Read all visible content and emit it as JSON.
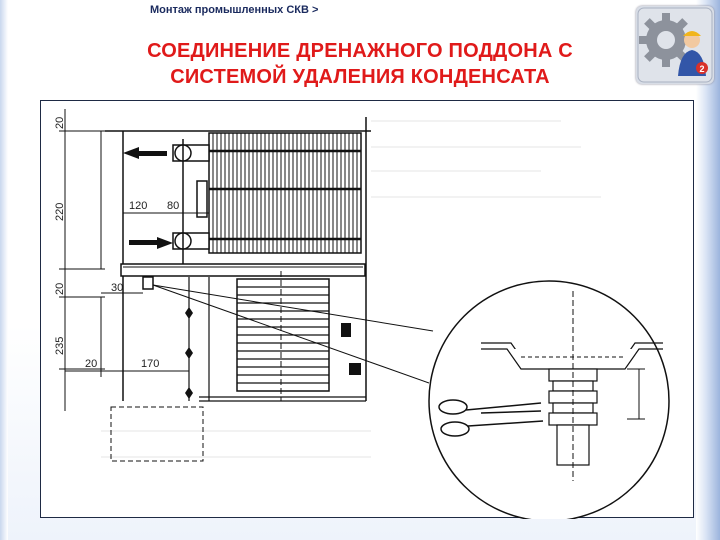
{
  "header": {
    "breadcrumb": "Монтаж промышленных СКВ >",
    "title_line1": "СОЕДИНЕНИЕ ДРЕНАЖНОГО ПОДДОНА С",
    "title_line2": "СИСТЕМОЙ УДАЛЕНИЯ КОНДЕНСАТА"
  },
  "logo": {
    "icon": "gear-worker-icon",
    "badge": "2"
  },
  "diagram": {
    "dimensions_vertical": [
      "20",
      "220",
      "20",
      "235"
    ],
    "dimensions_horizontal": [
      "120",
      "80",
      "30",
      "20",
      "170"
    ],
    "callout_tool_icon": "scissors-icon",
    "arrow_out_icon": "arrow-left-icon",
    "arrow_in_icon": "arrow-right-icon"
  },
  "colors": {
    "title": "#e01a1a",
    "breadcrumb": "#1a2a5e",
    "frame_accent": "#9cb4dd",
    "line": "#111111"
  }
}
